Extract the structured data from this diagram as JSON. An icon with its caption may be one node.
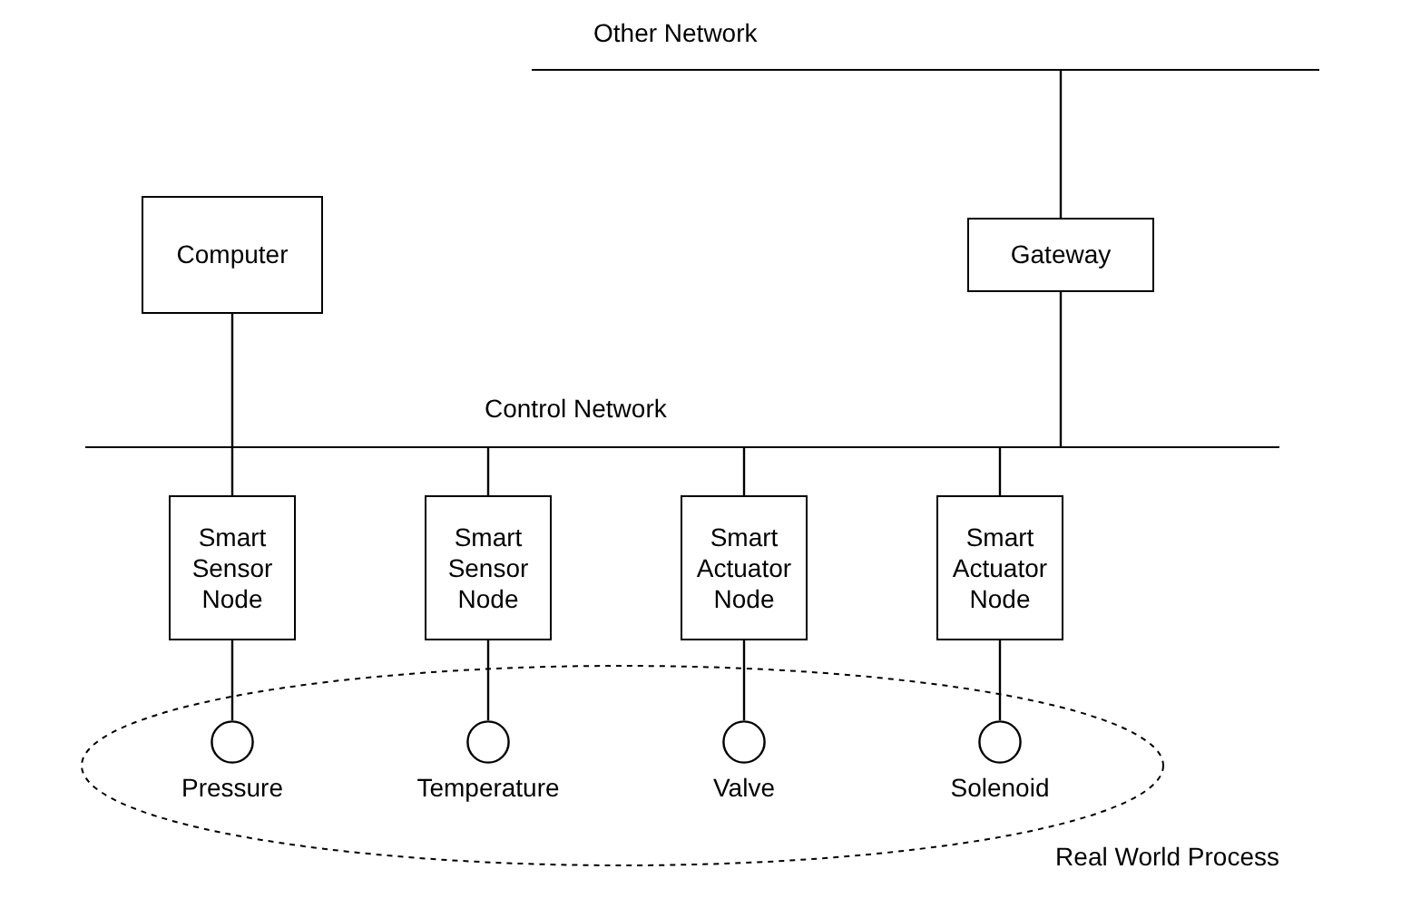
{
  "diagram": {
    "nodes": [
      {
        "text": [
          "Other Network"
        ]
      },
      {
        "text": [
          "Computer"
        ]
      },
      {
        "text": [
          "Gateway"
        ]
      },
      {
        "text": [
          "Control Network"
        ]
      },
      {
        "text": [
          "Smart Sensor Node"
        ]
      },
      {
        "text": [
          "Smart Sensor Node"
        ]
      },
      {
        "text": [
          "Smart Actuator Node"
        ]
      },
      {
        "text": [
          "Smart Actuator Node"
        ]
      },
      {
        "text": [
          "Real World Process"
        ]
      },
      {
        "text": [
          "Pressure"
        ],
        "in": 8
      },
      {
        "text": [
          "Temperature"
        ],
        "in": 8
      },
      {
        "text": [
          "Valve"
        ],
        "in": 8
      },
      {
        "text": [
          "Solenoid"
        ],
        "in": 8
      }
    ],
    "edges": [
      {
        "from": 2,
        "to": 0,
        "arrow": "none"
      },
      {
        "from": 1,
        "to": 3,
        "arrow": "none"
      },
      {
        "from": 2,
        "to": 3,
        "arrow": "none"
      },
      {
        "from": 4,
        "to": 3,
        "arrow": "none"
      },
      {
        "from": 5,
        "to": 3,
        "arrow": "none"
      },
      {
        "from": 6,
        "to": 3,
        "arrow": "none"
      },
      {
        "from": 7,
        "to": 3,
        "arrow": "none"
      },
      {
        "from": 4,
        "to": 9,
        "arrow": "none"
      },
      {
        "from": 5,
        "to": 10,
        "arrow": "none"
      },
      {
        "from": 6,
        "to": 11,
        "arrow": "none"
      },
      {
        "from": 7,
        "to": 12,
        "arrow": "none"
      }
    ]
  }
}
